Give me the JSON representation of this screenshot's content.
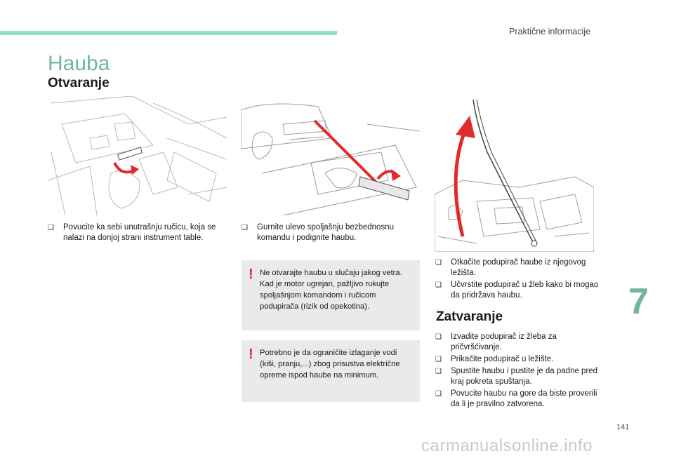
{
  "header": {
    "section_label": "Praktične informacije",
    "accent_color": "#8fe3c8"
  },
  "page": {
    "title": "Hauba",
    "subtitle_open": "Otvaranje",
    "subtitle_close": "Zatvaranje",
    "chapter_number": "7",
    "page_number": "141",
    "watermark": "carmanualsonline.info"
  },
  "steps_open": {
    "step1": "Povucite ka sebi unutrašnju ručicu, koja se nalazi na donjoj strani instrument table.",
    "step2": "Gurnite ulevo spoljašnju bezbednosnu komandu i podignite haubu.",
    "step3": "Otkačite podupirač haube iz njegovog ležišta.",
    "step4": "Učvrstite podupirač u žleb kako bi mogao da pridržava haubu."
  },
  "notes": {
    "warning1": "Ne otvarajte haubu u slučaju jakog vetra. Kad je motor ugrejan, pažljivo rukujte spoljašnjom komandom i ručicom podupirača (rizik od opekotina).",
    "warning2": "Potrebno je da ograničite izlaganje vodi (kiši, pranju,...) zbog prisustva električne opreme ispod haube na minimum.",
    "warning_color": "#e12b2b"
  },
  "steps_close": [
    "Izvadite podupirač iz žleba za pričvršćivanje.",
    "Prikačite podupirač u ležište.",
    "Spustite haubu i pustite je da padne pred kraj pokreta spuštanja.",
    "Povucite haubu na gore da biste proverili da li je pravilno zatvorena."
  ],
  "icons": {
    "bullet": "checkbox-bullet-icon",
    "warning": "exclamation-icon"
  }
}
